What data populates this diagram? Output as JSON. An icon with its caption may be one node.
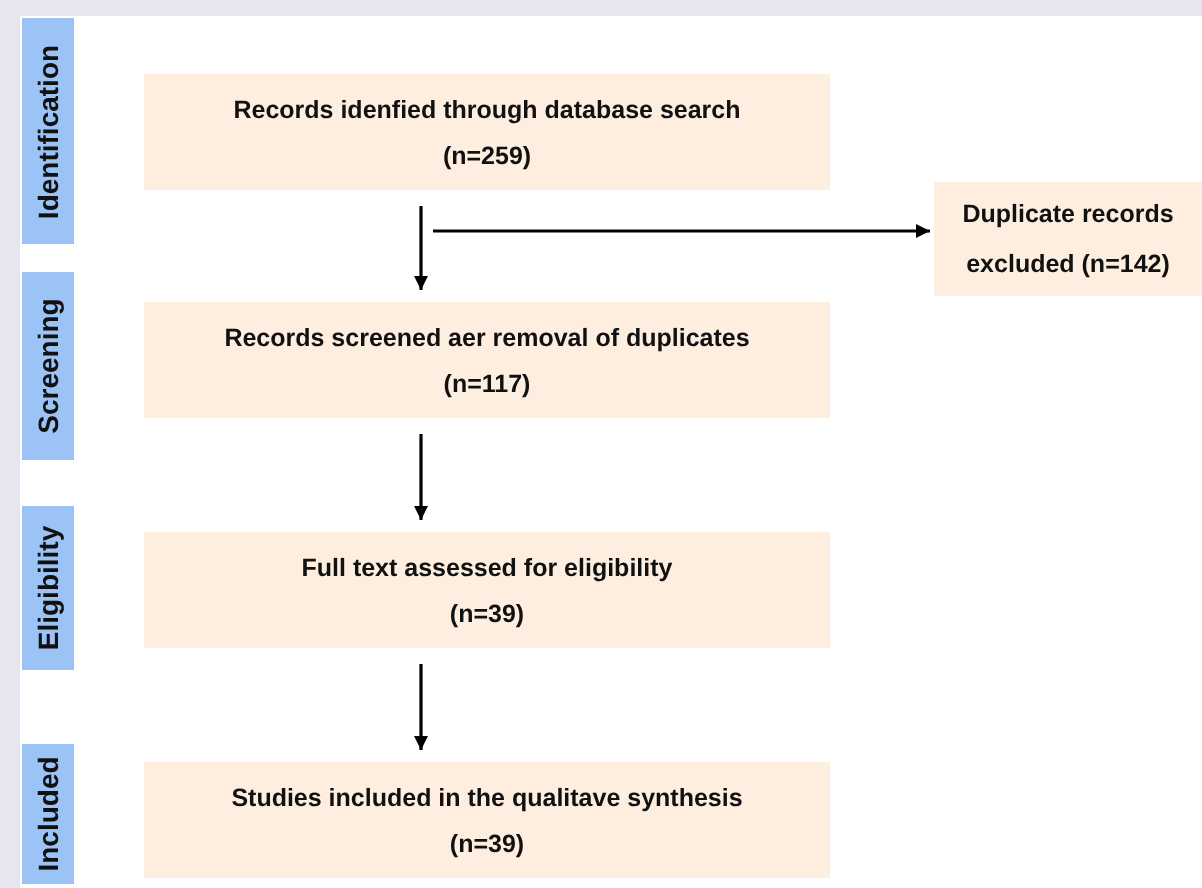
{
  "diagram": {
    "nodes": [
      {
        "text": [
          "Identification"
        ]
      },
      {
        "text": [
          "Screening"
        ]
      },
      {
        "text": [
          "Eligibility"
        ]
      },
      {
        "text": [
          "Included"
        ]
      },
      {
        "text": [
          "Records idenfied through database search",
          "(n=259)"
        ]
      },
      {
        "text": [
          "Records screened aer removal of duplicates",
          "(n=117)"
        ]
      },
      {
        "text": [
          "Full text assessed for eligibility",
          "(n=39)"
        ]
      },
      {
        "text": [
          "Studies included in the qualitave synthesis",
          "(n=39)"
        ]
      },
      {
        "text": [
          "Duplicate records excluded (n=142)"
        ]
      }
    ],
    "edges": [
      {
        "from": 4,
        "to": 5,
        "arrow": "to"
      },
      {
        "from": 4,
        "to": 8,
        "arrow": "to"
      },
      {
        "from": 5,
        "to": 6,
        "arrow": "to"
      },
      {
        "from": 6,
        "to": 7,
        "arrow": "to"
      }
    ]
  }
}
